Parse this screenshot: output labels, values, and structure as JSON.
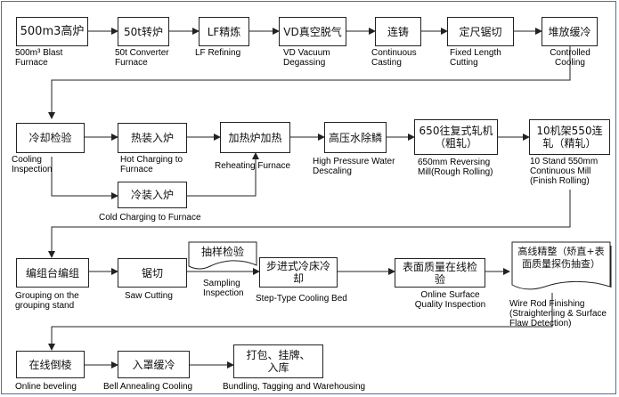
{
  "row1": {
    "blast_furnace_cn": "500m3高炉",
    "blast_furnace_en": "500m³ Blast Furnace",
    "converter_cn": "50t转炉",
    "converter_en": "50t Converter Furnace",
    "lf_cn": "LF精炼",
    "lf_en": "LF Refining",
    "vd_cn": "VD真空脱气",
    "vd_en": "VD Vacuum Degassing",
    "casting_cn": "连铸",
    "casting_en": "Continuous Casting",
    "cutting_cn": "定尺锯切",
    "cutting_en": "Fixed Length Cutting",
    "cooling_cn": "堆放缓冷",
    "cooling_en": "Controlled Cooling"
  },
  "row2": {
    "inspection_cn": "冷却检验",
    "inspection_en": "Cooling Inspection",
    "hot_charging_cn": "热装入炉",
    "hot_charging_en": "Hot Charging to Furnace",
    "cold_charging_cn": "冷装入炉",
    "cold_charging_en": "Cold Charging to Furnace",
    "reheating_cn": "加热炉加热",
    "reheating_en": "Reheating Furnace",
    "descaling_cn": "高压水除鳞",
    "descaling_en": "High Pressure Water Descaling",
    "rough_cn": "650往复式轧机（粗轧）",
    "rough_en": "650mm Reversing Mill(Rough Rolling)",
    "finish_cn": "10机架550连轧（精轧）",
    "finish_en": "10 Stand 550mm Continuous Mill (Finish Rolling)"
  },
  "row3": {
    "grouping_cn": "编组台编组",
    "grouping_en": "Grouping on the grouping stand",
    "saw_cn": "锯切",
    "saw_en": "Saw Cutting",
    "sampling_cn": "抽样检验",
    "sampling_en": "Sampling Inspection",
    "bed_cn": "步进式冷床冷却",
    "bed_en": "Step-Type Cooling Bed",
    "surface_cn": "表面质量在线检验",
    "surface_en": "Online Surface Quality Inspection",
    "finishing_cn": "高线精整（矫直+表面质量探伤抽查）",
    "finishing_en": "Wire Rod Finishing (Straightening & Surface Flaw Detection)"
  },
  "row4": {
    "bevel_cn": "在线倒棱",
    "bevel_en": "Online beveling",
    "anneal_cn": "入罩缓冷",
    "anneal_en": "Bell Annealing Cooling",
    "bundle_cn": "打包、挂牌、入库",
    "bundle_en": "Bundling, Tagging and Warehousing"
  }
}
